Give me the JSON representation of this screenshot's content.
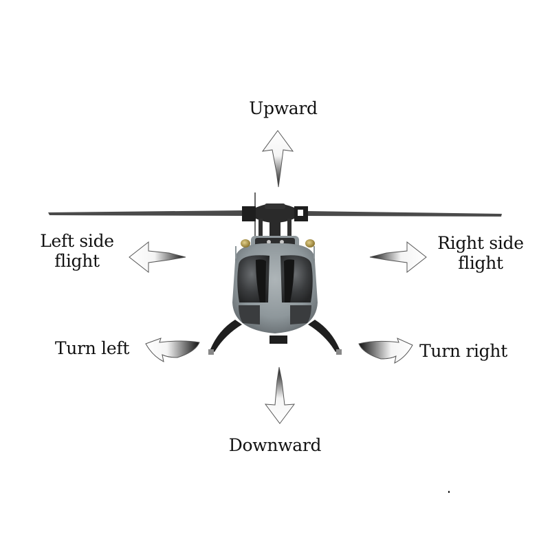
{
  "diagram": {
    "subject": "RC helicopter front view",
    "labels": {
      "up": "Upward",
      "down": "Downward",
      "left_side_line1": "Left side",
      "left_side_line2": "flight",
      "right_side_line1": "Right side",
      "right_side_line2": "flight",
      "turn_left": "Turn left",
      "turn_right": "Turn right"
    },
    "arrows": [
      {
        "id": "up",
        "icon": "arrow-up-icon"
      },
      {
        "id": "down",
        "icon": "arrow-down-icon"
      },
      {
        "id": "left",
        "icon": "arrow-left-icon"
      },
      {
        "id": "right",
        "icon": "arrow-right-icon"
      },
      {
        "id": "turn-left",
        "icon": "curved-arrow-left-icon"
      },
      {
        "id": "turn-right",
        "icon": "curved-arrow-right-icon"
      }
    ],
    "colors": {
      "background": "#ffffff",
      "text": "#111111",
      "fuselage": "#8e979b",
      "canopy": "#3a3c3e",
      "rotor": "#4a4a4a",
      "skid": "#1f1f1f",
      "lamp": "#b8a25a"
    }
  }
}
